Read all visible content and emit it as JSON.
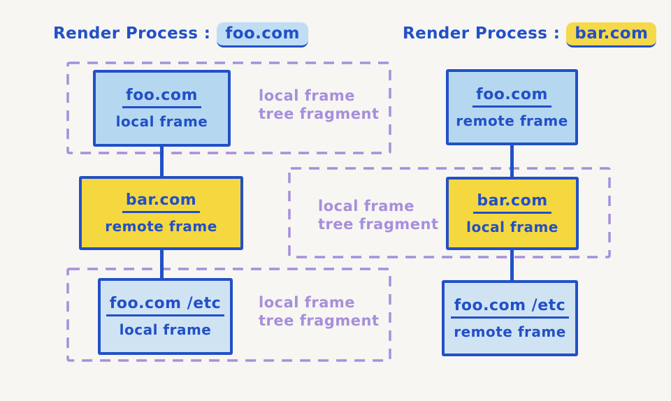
{
  "titles": {
    "left": {
      "prefix": "Render Process :",
      "domain": "foo.com"
    },
    "right": {
      "prefix": "Render Process :",
      "domain": "bar.com"
    }
  },
  "left": {
    "nodes": [
      {
        "domain": "foo.com",
        "kind": "local frame"
      },
      {
        "domain": "bar.com",
        "kind": "remote frame"
      },
      {
        "domain": "foo.com /etc",
        "kind": "local frame"
      }
    ],
    "fragments": [
      {
        "line1": "local frame",
        "line2": "tree fragment"
      },
      {
        "line1": "local frame",
        "line2": "tree fragment"
      }
    ]
  },
  "right": {
    "nodes": [
      {
        "domain": "foo.com",
        "kind": "remote frame"
      },
      {
        "domain": "bar.com",
        "kind": "local frame"
      },
      {
        "domain": "foo.com /etc",
        "kind": "remote frame"
      }
    ],
    "fragment": {
      "line1": "local frame",
      "line2": "tree fragment"
    }
  },
  "colors": {
    "background": "#f7f6f3",
    "blue_ink": "#2250c7",
    "light_blue_fill": "#b5d8f0",
    "lighter_blue_fill": "#d0e3f2",
    "yellow_fill": "#f5d83f",
    "purple_dashed": "#a78fdb",
    "blue_highlight": "#bfdef5",
    "yellow_highlight": "#f6d94b"
  }
}
